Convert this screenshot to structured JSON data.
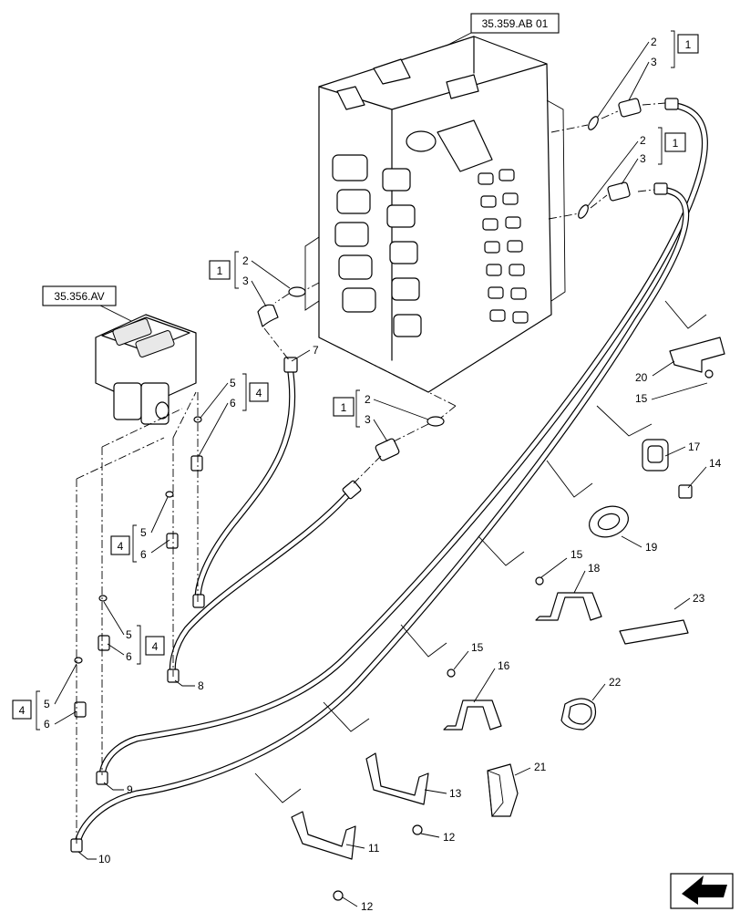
{
  "references": {
    "valve": "35.359.AB 01",
    "joystick": "35.356.AV"
  },
  "callouts": {
    "c1": "1",
    "c2": "2",
    "c3": "3",
    "c4": "4",
    "c5": "5",
    "c6": "6",
    "c7": "7",
    "c8": "8",
    "c9": "9",
    "c10": "10",
    "c11": "11",
    "c12": "12",
    "c13": "13",
    "c14": "14",
    "c15": "15",
    "c16": "16",
    "c17": "17",
    "c18": "18",
    "c19": "19",
    "c20": "20",
    "c21": "21",
    "c22": "22",
    "c23": "23"
  },
  "nav_icon": "next-page-arrow-icon"
}
